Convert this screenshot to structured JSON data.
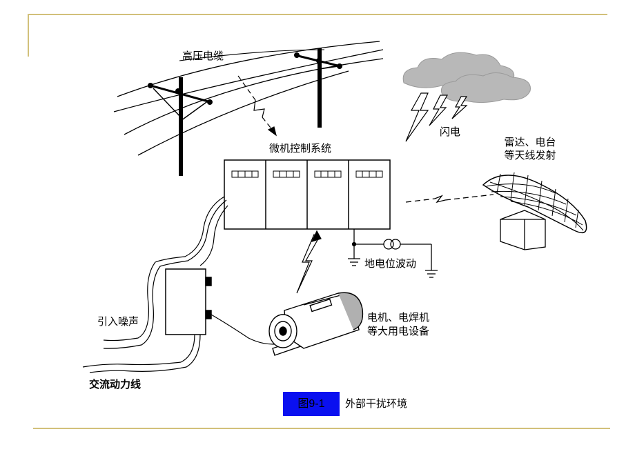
{
  "labels": {
    "cable": "高压电缆",
    "control_system": "微机控制系统",
    "lightning": "闪电",
    "radar_line1": "雷达、电台",
    "radar_line2": "等天线发射",
    "ground": "地电位波动",
    "noise": "引入噪声",
    "motor_line1": "电机、电焊机",
    "motor_line2": "等大用电设备",
    "ac_power": "交流动力线"
  },
  "caption": {
    "figure": "图9-1",
    "title": "外部干扰环境"
  },
  "colors": {
    "frame": "#d2c07a",
    "caption_box": "#0a10f0"
  }
}
